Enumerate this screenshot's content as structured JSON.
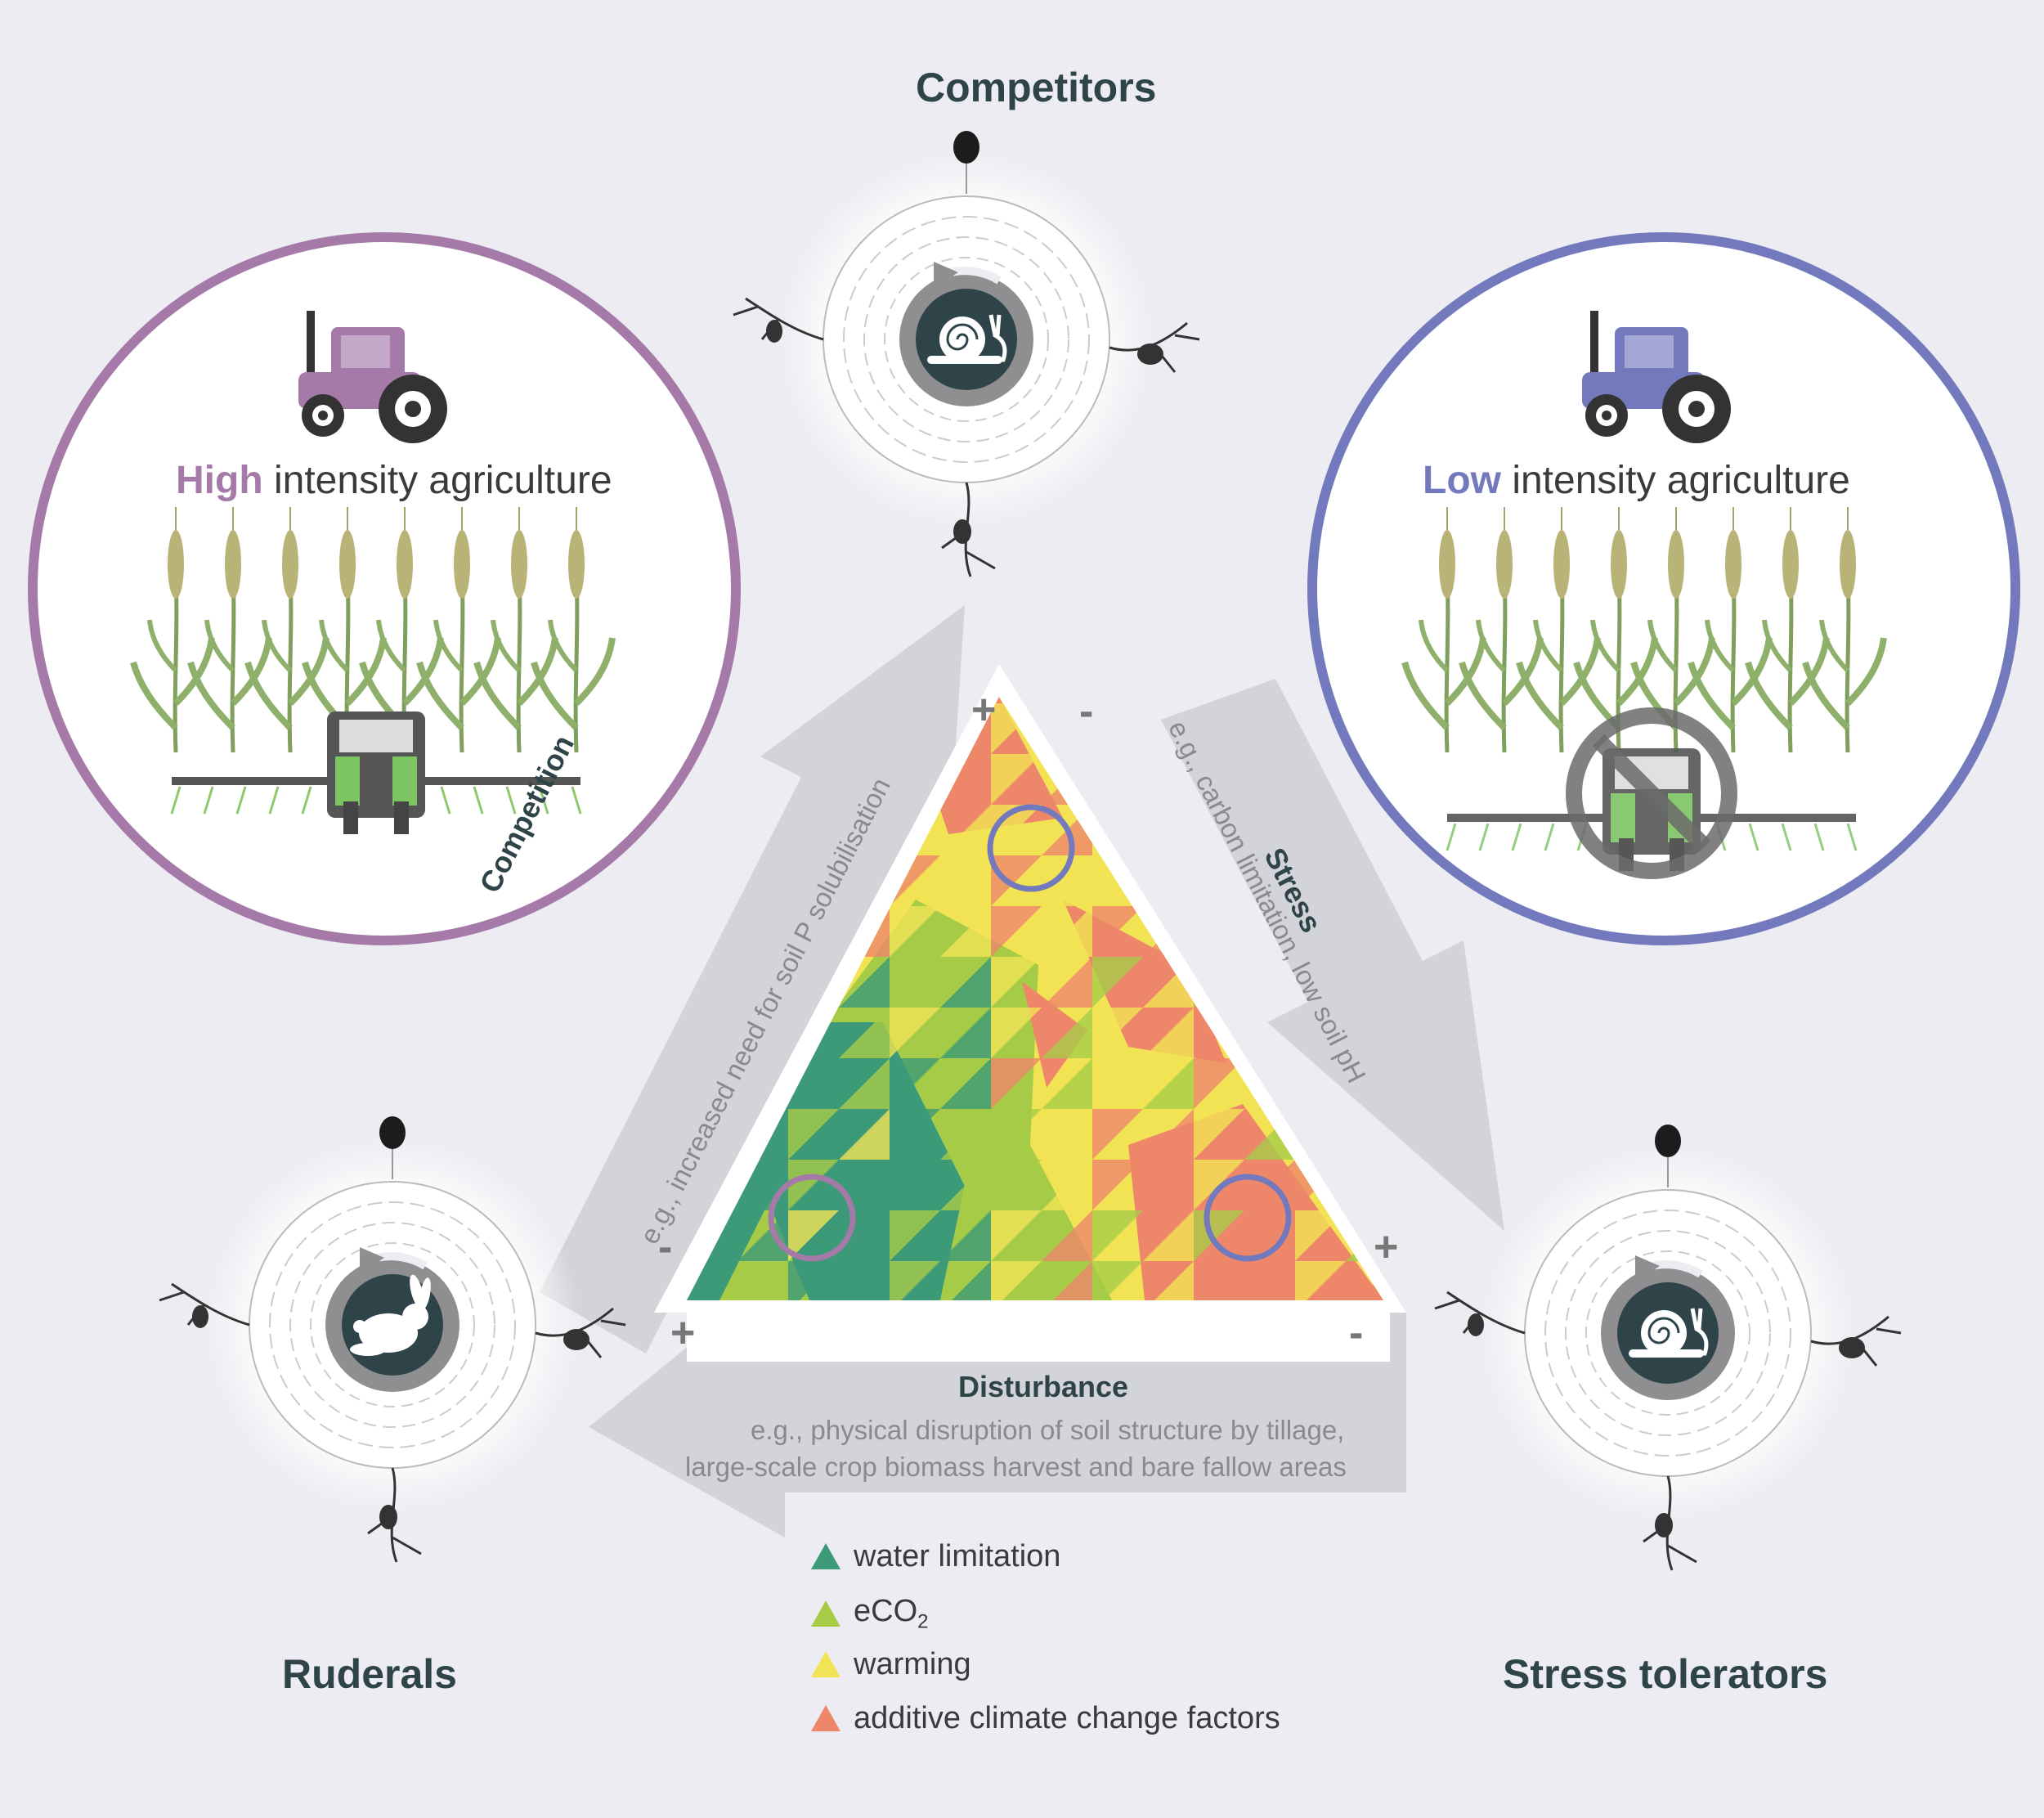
{
  "strategies": {
    "competitors": "Competitors",
    "ruderals": "Ruderals",
    "stress_tolerators": "Stress tolerators"
  },
  "high_agri": {
    "emphasis": "High",
    "rest": " intensity agriculture",
    "color": "#a57aa9"
  },
  "low_agri": {
    "emphasis": "Low",
    "rest": " intensity agriculture",
    "color": "#7379bd"
  },
  "axes": {
    "competition": {
      "title": "Competition",
      "desc": "e.g., increased need for soil P solubilisation"
    },
    "stress": {
      "title": "Stress",
      "desc": "e.g., carbon limitation, low soil pH"
    },
    "disturbance": {
      "title": "Disturbance",
      "desc_line1": "e.g., physical disruption of soil structure by tillage,",
      "desc_line2": "large-scale crop biomass harvest and bare fallow areas"
    }
  },
  "signs": {
    "plus": "+",
    "minus": "-"
  },
  "legend": [
    {
      "label": "water limitation",
      "color": "#3d9a78"
    },
    {
      "label_main": "eCO",
      "label_sub": "2",
      "color": "#a6cc47"
    },
    {
      "label": "warming",
      "color": "#f2e355"
    },
    {
      "label": "additive climate change factors",
      "color": "#ee876a"
    }
  ],
  "colors": {
    "dark_teal": "#2e4449",
    "arrow_grey": "#cfd0d5",
    "ring_grey": "#8a8a8a"
  },
  "icons": [
    "tractor-icon",
    "sprayer-icon",
    "no-symbol-icon",
    "snail-icon",
    "rabbit-icon",
    "wheat-icon",
    "root-cell-icon",
    "hyphae-icon"
  ]
}
